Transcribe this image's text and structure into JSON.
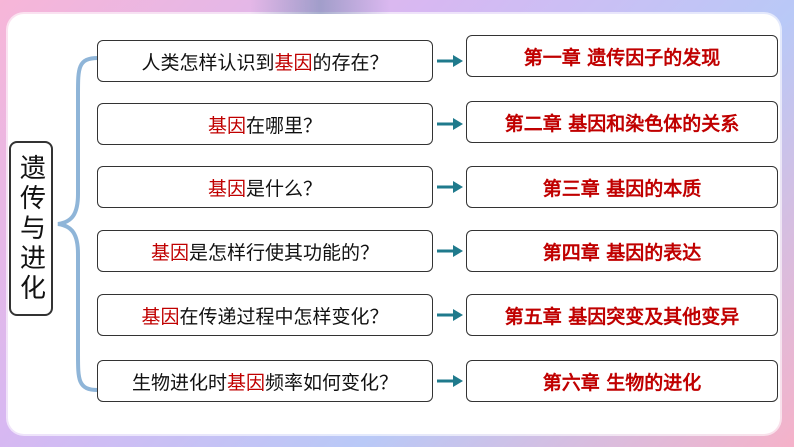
{
  "side_title": "遗传与进化",
  "rows": [
    {
      "pre": "人类怎样认识到",
      "hl": "基因",
      "post": "的存在？",
      "chapter": "第一章  遗传因子的发现"
    },
    {
      "pre": "",
      "hl": "基因",
      "post": "在哪里？",
      "chapter": "第二章  基因和染色体的关系"
    },
    {
      "pre": "",
      "hl": "基因",
      "post": "是什么？",
      "chapter": "第三章  基因的本质"
    },
    {
      "pre": "",
      "hl": "基因",
      "post": "是怎样行使其功能的？",
      "chapter": "第四章  基因的表达"
    },
    {
      "pre": "",
      "hl": "基因",
      "post": "在传递过程中怎样变化？",
      "chapter": "第五章  基因突变及其他变异"
    },
    {
      "pre": "生物进化时",
      "hl": "基因",
      "post": "频率如何变化？",
      "chapter": "第六章  生物的进化"
    }
  ],
  "colors": {
    "highlight": "#c00000",
    "arrow": "#1f7a8c",
    "brace": "#8fb5d8"
  }
}
